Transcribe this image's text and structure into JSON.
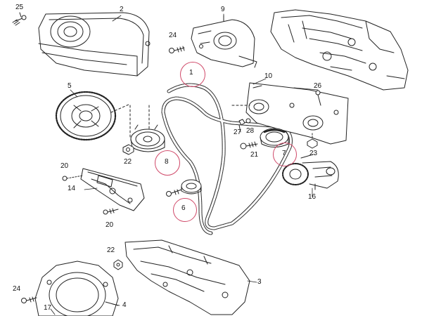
{
  "labels": {
    "n1": "1",
    "n2": "2",
    "n3": "3",
    "n4": "4",
    "n5": "5",
    "n6": "6",
    "n7": "7",
    "n8": "8",
    "n9": "9",
    "n10": "10",
    "n14": "14",
    "n16": "16",
    "n17": "17",
    "n20a": "20",
    "n20b": "20",
    "n21": "21",
    "n22a": "22",
    "n22b": "22",
    "n23": "23",
    "n24a": "24",
    "n24b": "24",
    "n25": "25",
    "n26": "26",
    "n27": "27",
    "n28": "28"
  },
  "colors": {
    "highlight_ring": "#d04a6a",
    "line": "#222222"
  }
}
